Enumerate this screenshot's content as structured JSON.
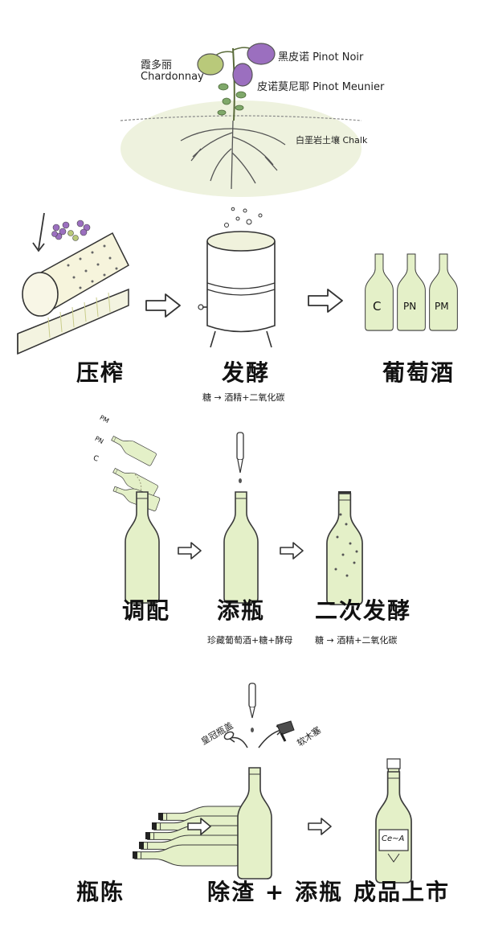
{
  "colors": {
    "bottle_fill": "#e4f0c8",
    "bottle_stroke": "#3b3b3b",
    "soil": "#eef2de",
    "grape_purple": "#9b6fbf",
    "grape_green": "#b9c97a",
    "leaf": "#7fa86a"
  },
  "vineyard": {
    "chardonnay_cn": "霞多丽",
    "chardonnay_en": "Chardonnay",
    "pinot_noir": "黑皮诺 Pinot Noir",
    "pinot_meunier": "皮诺莫尼耶 Pinot Meunier",
    "chalk": "白垩岩土壤 Chalk"
  },
  "row1": {
    "press_label": "压榨",
    "ferment_label": "发酵",
    "ferment_note": "糖 → 酒精+二氧化碳",
    "wine_label": "葡萄酒",
    "bottle_codes": [
      "C",
      "PN",
      "PM"
    ]
  },
  "row2": {
    "blend_label": "调配",
    "blend_codes": [
      "PM",
      "PN",
      "C"
    ],
    "tirage_label": "添瓶",
    "tirage_note": "珍藏葡萄酒+糖+酵母",
    "second_label": "二次发酵",
    "second_note": "糖 → 酒精+二氧化碳"
  },
  "row3": {
    "aging_label": "瓶陈",
    "disgorge_label": "除渣 + 添瓶",
    "left_note": "皇冠瓶盖",
    "right_note": "软木塞",
    "market_label": "成品上市",
    "label_text": "Ce~A"
  }
}
